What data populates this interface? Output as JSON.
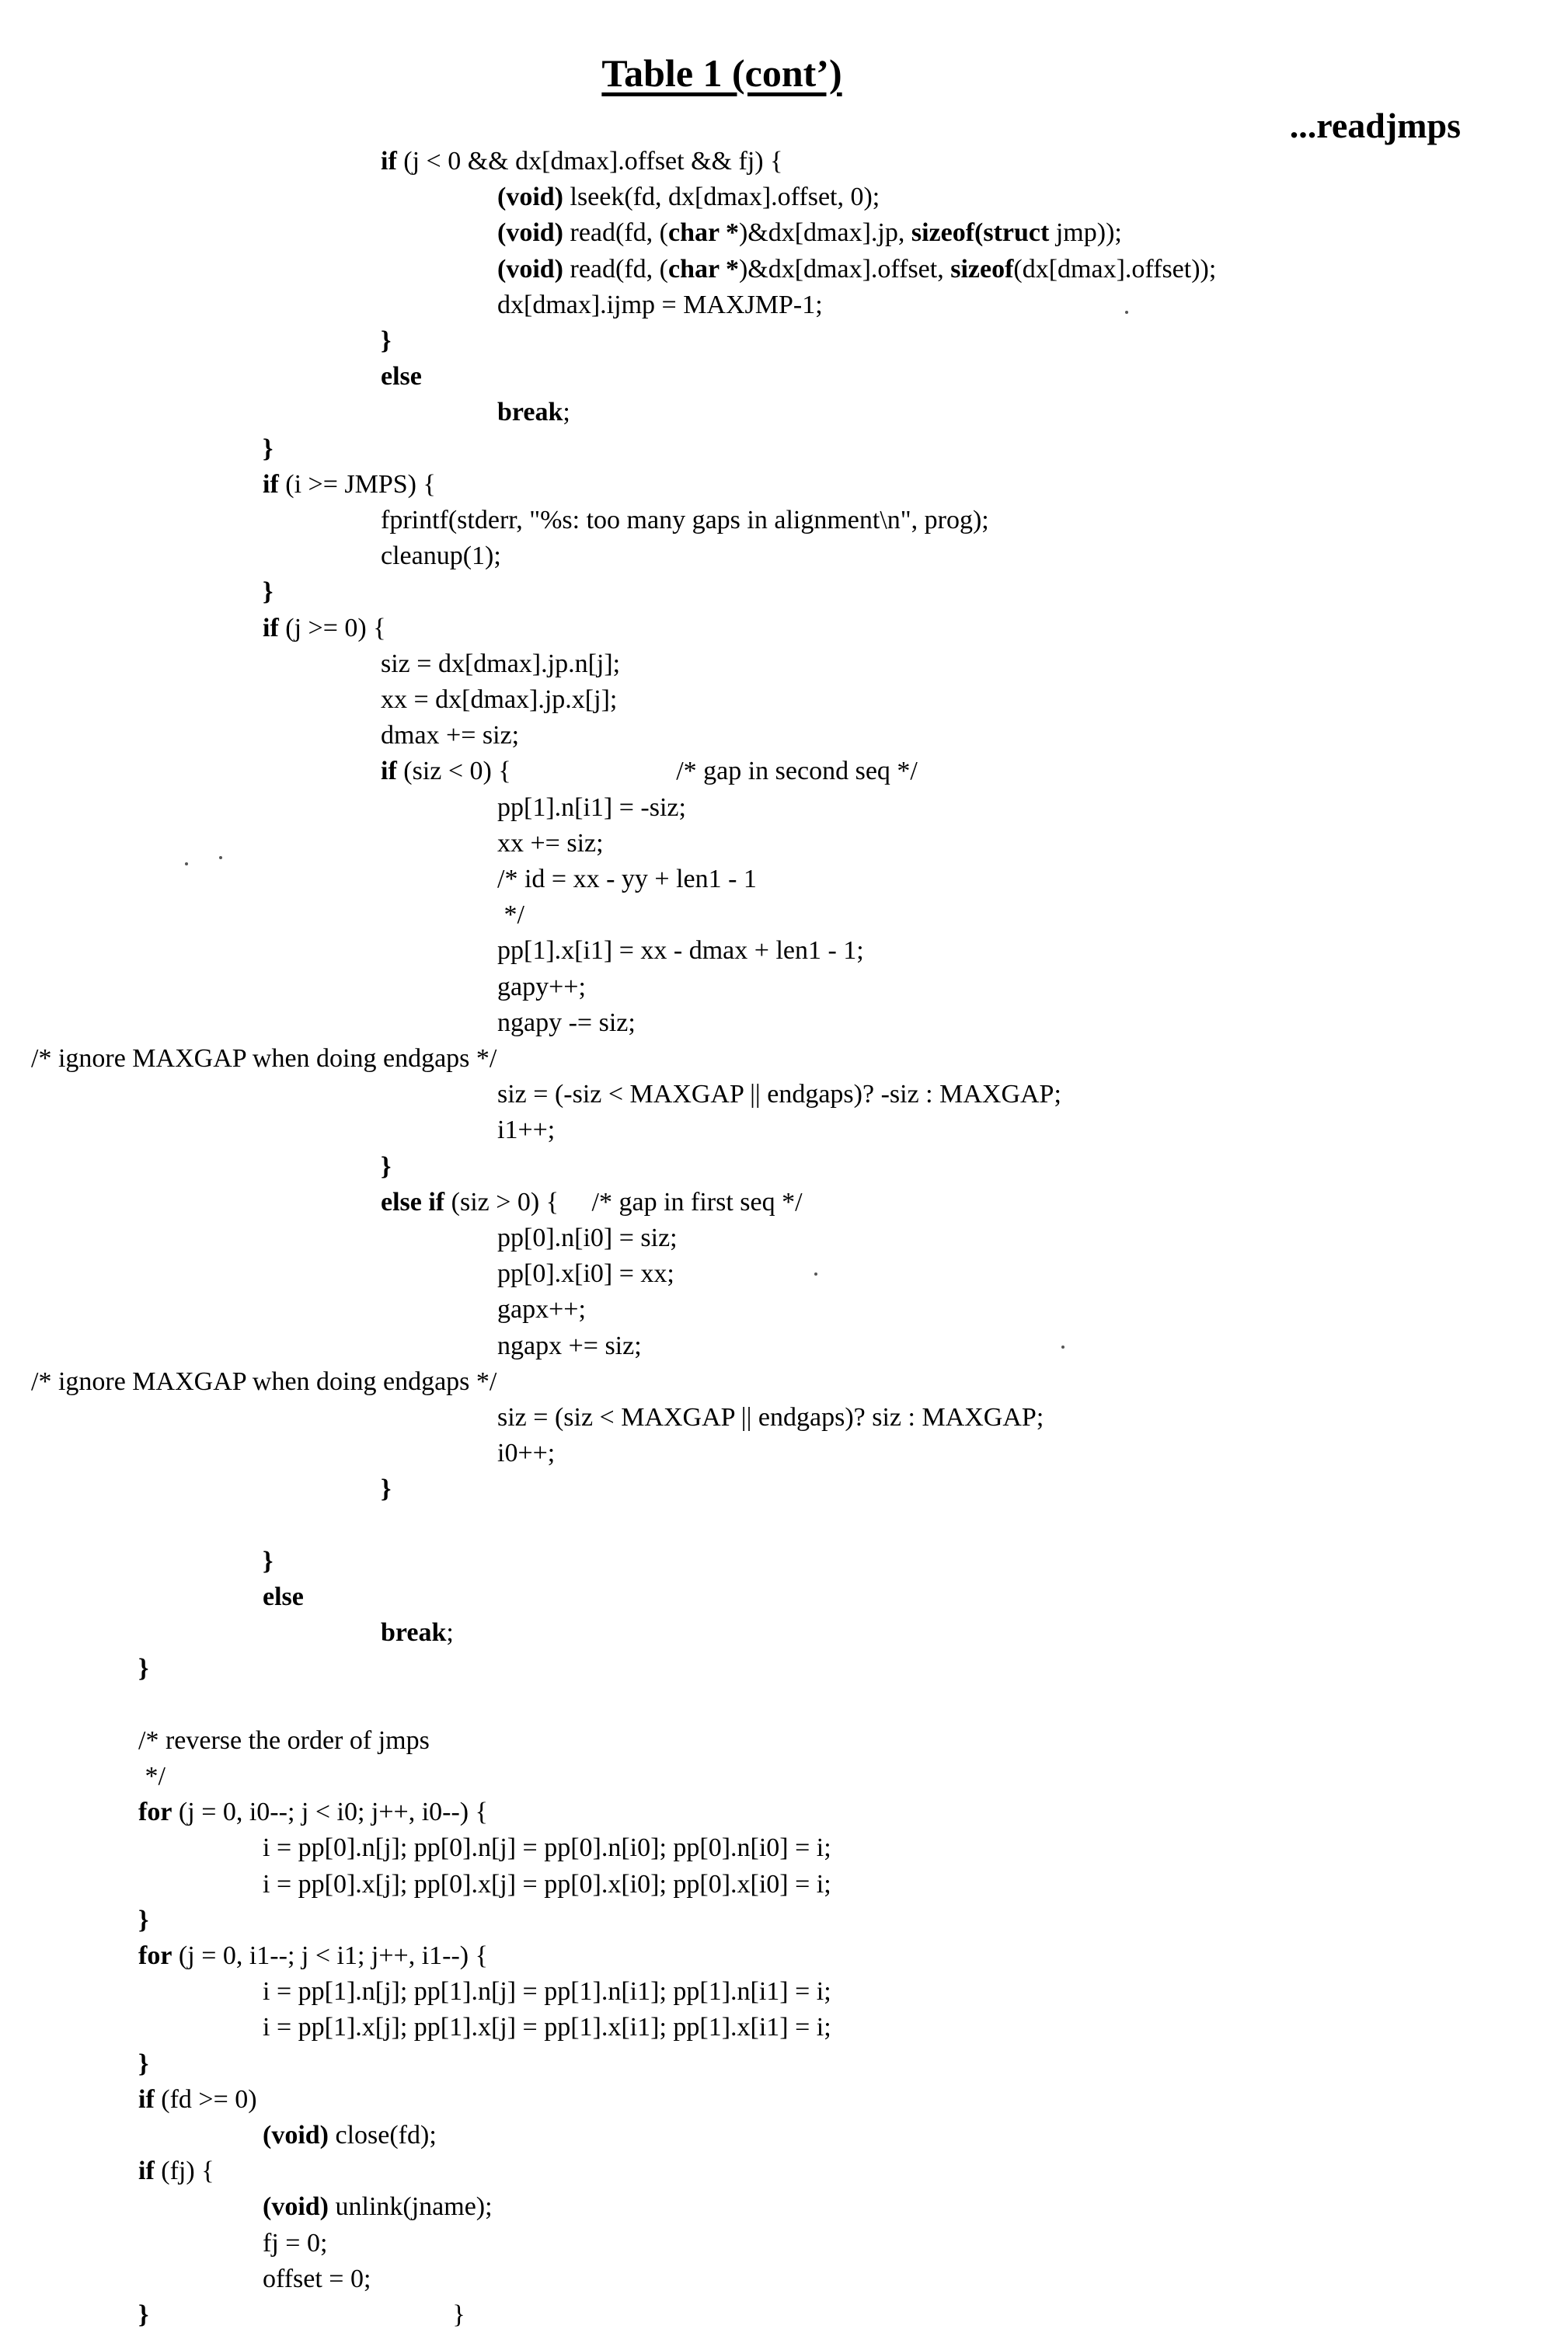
{
  "page": {
    "title": "Table 1 (cont’)",
    "section": "...readjmps"
  },
  "code_lines": [
    {
      "indent": 3,
      "segs": [
        {
          "t": "if",
          "b": true
        },
        {
          "t": " (j < 0 && dx[dmax].offset && fj) {"
        }
      ]
    },
    {
      "indent": 4,
      "segs": [
        {
          "t": "(void)",
          "b": true
        },
        {
          "t": " lseek(fd, dx[dmax].offset, 0);"
        }
      ]
    },
    {
      "indent": 4,
      "segs": [
        {
          "t": "(void)",
          "b": true
        },
        {
          "t": " read(fd, ("
        },
        {
          "t": "char *",
          "b": true
        },
        {
          "t": ")&dx[dmax].jp, "
        },
        {
          "t": "sizeof(struct",
          "b": true
        },
        {
          "t": " jmp));"
        }
      ]
    },
    {
      "indent": 4,
      "segs": [
        {
          "t": "(void)",
          "b": true
        },
        {
          "t": " read(fd, ("
        },
        {
          "t": "char *",
          "b": true
        },
        {
          "t": ")&dx[dmax].offset, "
        },
        {
          "t": "sizeof",
          "b": true
        },
        {
          "t": "(dx[dmax].offset));"
        }
      ]
    },
    {
      "indent": 4,
      "segs": [
        {
          "t": "dx[dmax].ijmp = MAXJMP-1;"
        }
      ]
    },
    {
      "indent": 3,
      "segs": [
        {
          "t": "}",
          "b": true
        }
      ]
    },
    {
      "indent": 3,
      "segs": [
        {
          "t": "else",
          "b": true
        }
      ]
    },
    {
      "indent": 4,
      "segs": [
        {
          "t": "break",
          "b": true
        },
        {
          "t": ";"
        }
      ]
    },
    {
      "indent": 2,
      "segs": [
        {
          "t": "}",
          "b": true
        }
      ]
    },
    {
      "indent": 2,
      "segs": [
        {
          "t": "if",
          "b": true
        },
        {
          "t": " (i >= JMPS) {"
        }
      ]
    },
    {
      "indent": 3,
      "segs": [
        {
          "t": "fprintf(stderr, \"%s: too many gaps in alignment\\n\", prog);"
        }
      ]
    },
    {
      "indent": 3,
      "segs": [
        {
          "t": "cleanup(1);"
        }
      ]
    },
    {
      "indent": 2,
      "segs": [
        {
          "t": "}",
          "b": true
        }
      ]
    },
    {
      "indent": 2,
      "segs": [
        {
          "t": "if",
          "b": true
        },
        {
          "t": " (j >= 0) {"
        }
      ]
    },
    {
      "indent": 3,
      "segs": [
        {
          "t": "siz = dx[dmax].jp.n[j];"
        }
      ]
    },
    {
      "indent": 3,
      "segs": [
        {
          "t": "xx = dx[dmax].jp.x[j];"
        }
      ]
    },
    {
      "indent": 3,
      "segs": [
        {
          "t": "dmax += siz;"
        }
      ]
    },
    {
      "indent": 3,
      "segs": [
        {
          "t": "if",
          "b": true
        },
        {
          "t": " (siz < 0) {                         /* gap in second seq */"
        }
      ]
    },
    {
      "indent": 4,
      "segs": [
        {
          "t": "pp[1].n[i1] = -siz;"
        }
      ]
    },
    {
      "indent": 4,
      "segs": [
        {
          "t": "xx += siz;"
        }
      ]
    },
    {
      "indent": 4,
      "segs": [
        {
          "t": "/* id = xx - yy + len1 - 1"
        }
      ]
    },
    {
      "indent": 4,
      "segs": [
        {
          "t": " */"
        }
      ]
    },
    {
      "indent": 4,
      "segs": [
        {
          "t": "pp[1].x[i1] = xx - dmax + len1 - 1;"
        }
      ]
    },
    {
      "indent": 4,
      "segs": [
        {
          "t": "gapy++;"
        }
      ]
    },
    {
      "indent": 4,
      "segs": [
        {
          "t": "ngapy -= siz;"
        }
      ]
    },
    {
      "indent": 0,
      "segs": [
        {
          "t": "/* ignore MAXGAP when doing endgaps */"
        }
      ]
    },
    {
      "indent": 4,
      "segs": [
        {
          "t": "siz = (-siz < MAXGAP || endgaps)? -siz : MAXGAP;"
        }
      ]
    },
    {
      "indent": 4,
      "segs": [
        {
          "t": "i1++;"
        }
      ]
    },
    {
      "indent": 3,
      "segs": [
        {
          "t": "}",
          "b": true
        }
      ]
    },
    {
      "indent": 3,
      "segs": [
        {
          "t": "else if",
          "b": true
        },
        {
          "t": " (siz > 0) {     /* gap in first seq */"
        }
      ]
    },
    {
      "indent": 4,
      "segs": [
        {
          "t": "pp[0].n[i0] = siz;"
        }
      ]
    },
    {
      "indent": 4,
      "segs": [
        {
          "t": "pp[0].x[i0] = xx;"
        }
      ]
    },
    {
      "indent": 4,
      "segs": [
        {
          "t": "gapx++;"
        }
      ]
    },
    {
      "indent": 4,
      "segs": [
        {
          "t": "ngapx += siz;"
        }
      ]
    },
    {
      "indent": 0,
      "segs": [
        {
          "t": "/* ignore MAXGAP when doing endgaps */"
        }
      ]
    },
    {
      "indent": 4,
      "segs": [
        {
          "t": "siz = (siz < MAXGAP || endgaps)? siz : MAXGAP;"
        }
      ]
    },
    {
      "indent": 4,
      "segs": [
        {
          "t": "i0++;"
        }
      ]
    },
    {
      "indent": 3,
      "segs": [
        {
          "t": "}",
          "b": true
        }
      ]
    },
    {
      "indent": -1,
      "segs": []
    },
    {
      "indent": 2,
      "segs": [
        {
          "t": "}",
          "b": true
        }
      ]
    },
    {
      "indent": 2,
      "segs": [
        {
          "t": "else",
          "b": true
        }
      ]
    },
    {
      "indent": 3,
      "segs": [
        {
          "t": "break",
          "b": true
        },
        {
          "t": ";"
        }
      ]
    },
    {
      "indent": 1,
      "segs": [
        {
          "t": "}",
          "b": true
        }
      ]
    },
    {
      "indent": -1,
      "segs": []
    },
    {
      "indent": 1,
      "segs": [
        {
          "t": "/* reverse the order of jmps"
        }
      ]
    },
    {
      "indent": 1,
      "segs": [
        {
          "t": " */"
        }
      ]
    },
    {
      "indent": 1,
      "segs": [
        {
          "t": "for",
          "b": true
        },
        {
          "t": " (j = 0, i0--; j < i0; j++, i0--) {"
        }
      ]
    },
    {
      "indent": 2,
      "segs": [
        {
          "t": "i = pp[0].n[j]; pp[0].n[j] = pp[0].n[i0]; pp[0].n[i0] = i;"
        }
      ]
    },
    {
      "indent": 2,
      "segs": [
        {
          "t": "i = pp[0].x[j]; pp[0].x[j] = pp[0].x[i0]; pp[0].x[i0] = i;"
        }
      ]
    },
    {
      "indent": 1,
      "segs": [
        {
          "t": "}",
          "b": true
        }
      ]
    },
    {
      "indent": 1,
      "segs": [
        {
          "t": "for",
          "b": true
        },
        {
          "t": " (j = 0, i1--; j < i1; j++, i1--) {"
        }
      ]
    },
    {
      "indent": 2,
      "segs": [
        {
          "t": "i = pp[1].n[j]; pp[1].n[j] = pp[1].n[i1]; pp[1].n[i1] = i;"
        }
      ]
    },
    {
      "indent": 2,
      "segs": [
        {
          "t": "i = pp[1].x[j]; pp[1].x[j] = pp[1].x[i1]; pp[1].x[i1] = i;"
        }
      ]
    },
    {
      "indent": 1,
      "segs": [
        {
          "t": "}",
          "b": true
        }
      ]
    },
    {
      "indent": 1,
      "segs": [
        {
          "t": "if",
          "b": true
        },
        {
          "t": " (fd >= 0)"
        }
      ]
    },
    {
      "indent": 2,
      "segs": [
        {
          "t": "(void)",
          "b": true
        },
        {
          "t": " close(fd);"
        }
      ]
    },
    {
      "indent": 1,
      "segs": [
        {
          "t": "if",
          "b": true
        },
        {
          "t": " (fj) {"
        }
      ]
    },
    {
      "indent": 2,
      "segs": [
        {
          "t": "(void)",
          "b": true
        },
        {
          "t": " unlink(jname);"
        }
      ]
    },
    {
      "indent": 2,
      "segs": [
        {
          "t": "fj = 0;"
        }
      ]
    },
    {
      "indent": 2,
      "segs": [
        {
          "t": "offset = 0;"
        }
      ]
    },
    {
      "indent": 1,
      "segs": [
        {
          "t": "}",
          "b": true
        },
        {
          "t": "                                              }"
        }
      ]
    }
  ]
}
